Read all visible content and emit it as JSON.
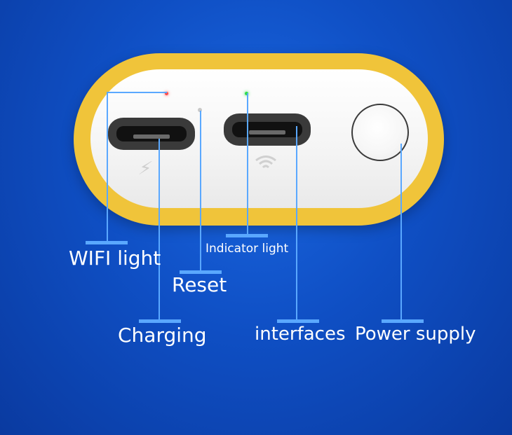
{
  "labels": {
    "wifi_light": "WIFI light",
    "reset": "Reset",
    "charging": "Charging",
    "indicator_light": "Indicator light",
    "interfaces": "interfaces",
    "power_supply": "Power supply"
  },
  "colors": {
    "background": "#0f4fc4",
    "device_rim": "#f0c43a",
    "leader_line": "#5aa8ff",
    "wifi_led": "#ff4b4b",
    "indicator_led": "#2fdc4a"
  },
  "icons": [
    "lightning-bolt-icon",
    "wifi-icon"
  ]
}
